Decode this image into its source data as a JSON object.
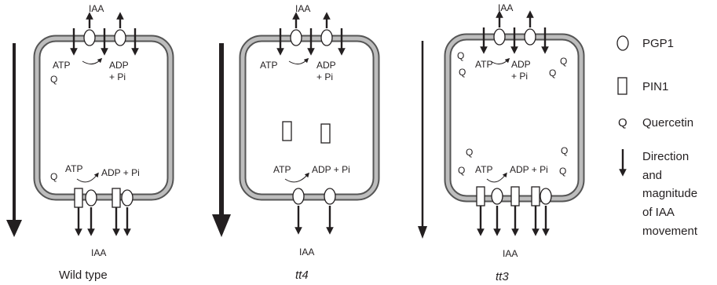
{
  "labels": {
    "iaa": "IAA",
    "atp": "ATP",
    "adp": "ADP",
    "pi": "+ Pi",
    "adp_pi": "ADP + Pi",
    "q": "Q"
  },
  "panels": [
    {
      "title": "Wild type",
      "italic": false
    },
    {
      "title": "tt4",
      "italic": true
    },
    {
      "title": "tt3",
      "italic": true
    }
  ],
  "legend": {
    "pgp1": "PGP1",
    "pin1": "PIN1",
    "quercetin_symbol": "Q",
    "quercetin": "Quercetin",
    "direction_lines": [
      "Direction",
      "and",
      "magnitude",
      "of IAA",
      "movement"
    ]
  },
  "colors": {
    "wall_outer": "#555555",
    "wall_inner": "#bdbdbd",
    "ink": "#231f20"
  }
}
